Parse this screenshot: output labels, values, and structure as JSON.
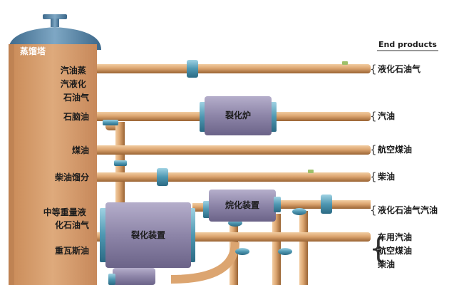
{
  "tower": {
    "label": "蒸馏塔"
  },
  "fractions": [
    {
      "lines": [
        "汽油蒸",
        "汽液化",
        "石油气"
      ]
    },
    {
      "lines": [
        "石脑油"
      ]
    },
    {
      "lines": [
        "煤油"
      ]
    },
    {
      "lines": [
        "柴油馏分"
      ]
    },
    {
      "lines": [
        "中等重量液",
        "化石油气"
      ]
    },
    {
      "lines": [
        "重瓦斯油"
      ]
    }
  ],
  "units": {
    "cracking_furnace": "裂化炉",
    "alkylation_unit": "烷化装置",
    "cracking_unit": "裂化装置"
  },
  "products_header": "End products",
  "products": [
    {
      "lines": [
        "液化石油气"
      ]
    },
    {
      "lines": [
        "汽油"
      ]
    },
    {
      "lines": [
        "航空煤油"
      ]
    },
    {
      "lines": [
        "柴油"
      ]
    },
    {
      "lines": [
        "液化石油气汽油"
      ]
    },
    {
      "lines": [
        "车用汽油",
        "航空煤油",
        "柴油"
      ]
    }
  ],
  "colors": {
    "tower": "#d9a071",
    "tower_cap": "#5c87a6",
    "pipe": "#dca570",
    "unit_box": "#8d85a8",
    "coupling": "#5598b0"
  }
}
